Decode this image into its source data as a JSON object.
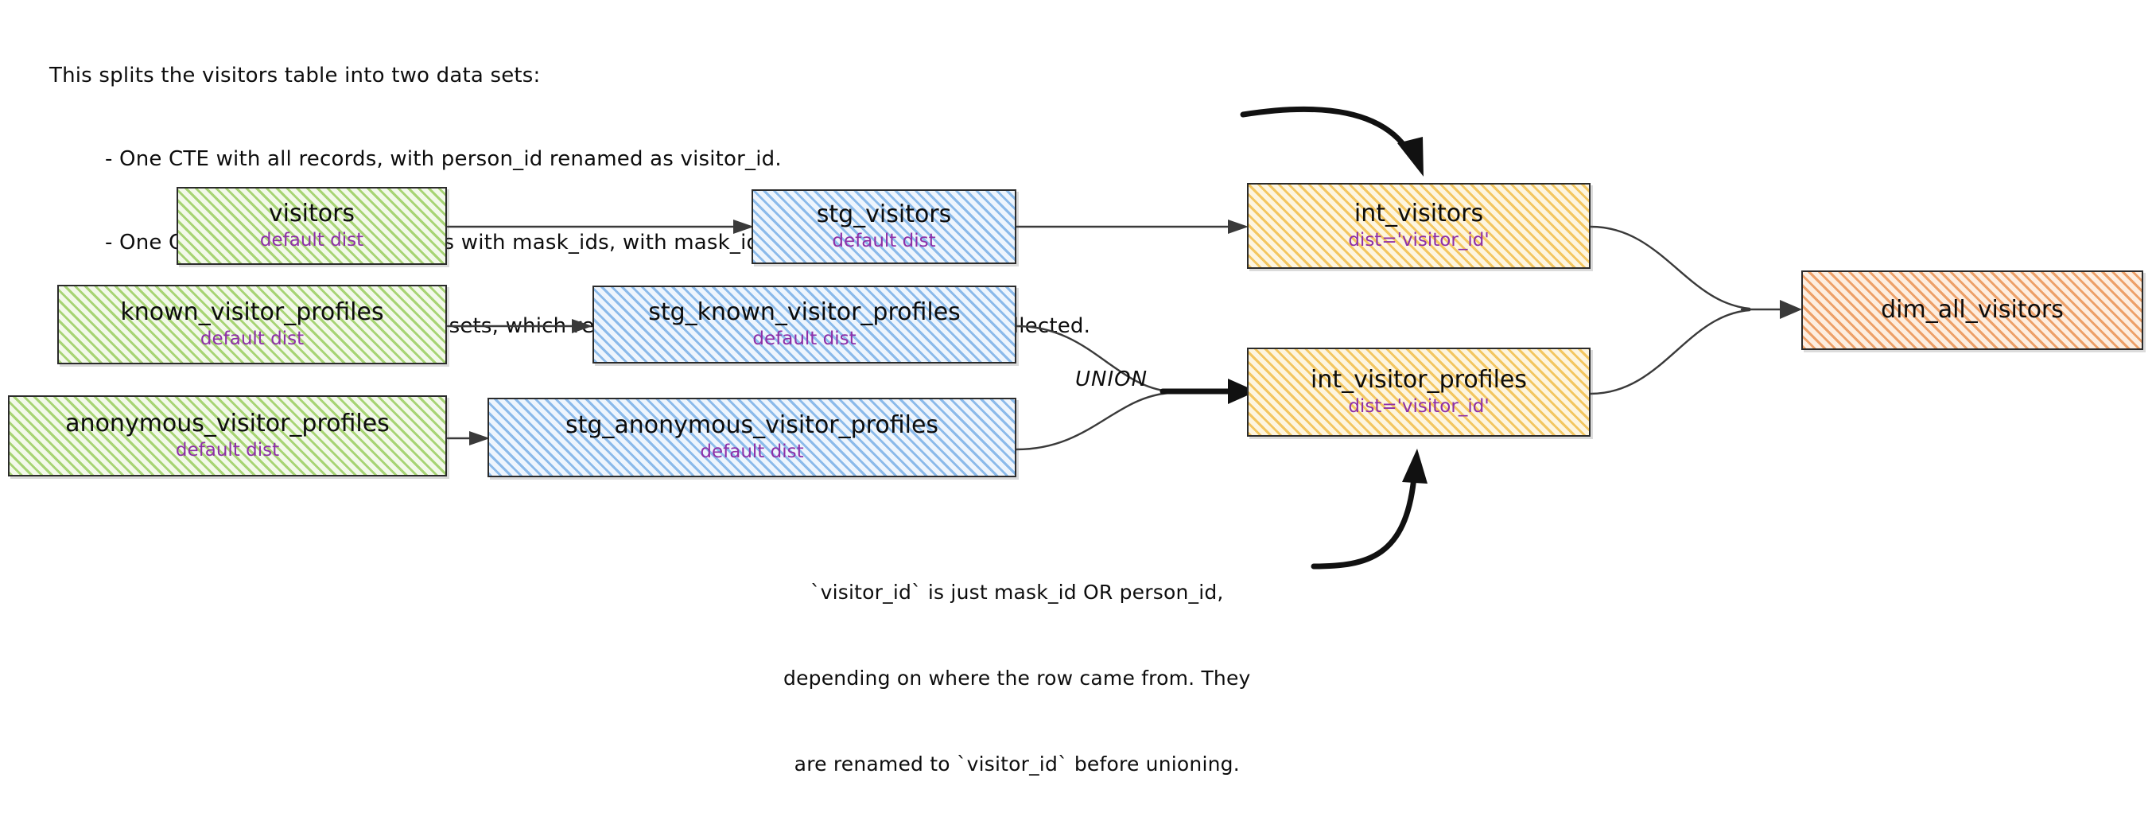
{
  "header_note": {
    "lines": [
      "This splits the visitors table into two data sets:",
      "- One CTE with all records, with person_id renamed as visitor_id.",
      "- One CTE filtered to only records with mask_ids, with mask_id renamed as visitor_id",
      "- One CTE to union the two data sets, which results in a grain of one row per profile collected."
    ]
  },
  "bottom_note": {
    "lines": [
      "`visitor_id` is just mask_id OR person_id,",
      "depending on where the row came from. They",
      "are renamed to `visitor_id` before unioning."
    ]
  },
  "union_label": "UNION",
  "nodes": {
    "visitors": {
      "title": "visitors",
      "sub": "default dist"
    },
    "known_src": {
      "title": "known_visitor_profiles",
      "sub": "default dist"
    },
    "anonymous_src": {
      "title": "anonymous_visitor_profiles",
      "sub": "default dist"
    },
    "stg_visitors": {
      "title": "stg_visitors",
      "sub": "default dist"
    },
    "stg_known": {
      "title": "stg_known_visitor_profiles",
      "sub": "default dist"
    },
    "stg_anonymous": {
      "title": "stg_anonymous_visitor_profiles",
      "sub": "default dist"
    },
    "int_visitors": {
      "title": "int_visitors",
      "sub": "dist='visitor_id'"
    },
    "int_profiles": {
      "title": "int_visitor_profiles",
      "sub": "dist='visitor_id'"
    },
    "dim_all": {
      "title": "dim_all_visitors",
      "sub": ""
    }
  },
  "colors": {
    "source_fill": "#9acd60",
    "staging_fill": "#7ab0e7",
    "intermediate_fill": "#f1be4a",
    "dimension_fill": "#e98d4a",
    "dist_text": "#8e2fa8",
    "edge": "#3a3a3a",
    "text": "#0d0d0d"
  }
}
